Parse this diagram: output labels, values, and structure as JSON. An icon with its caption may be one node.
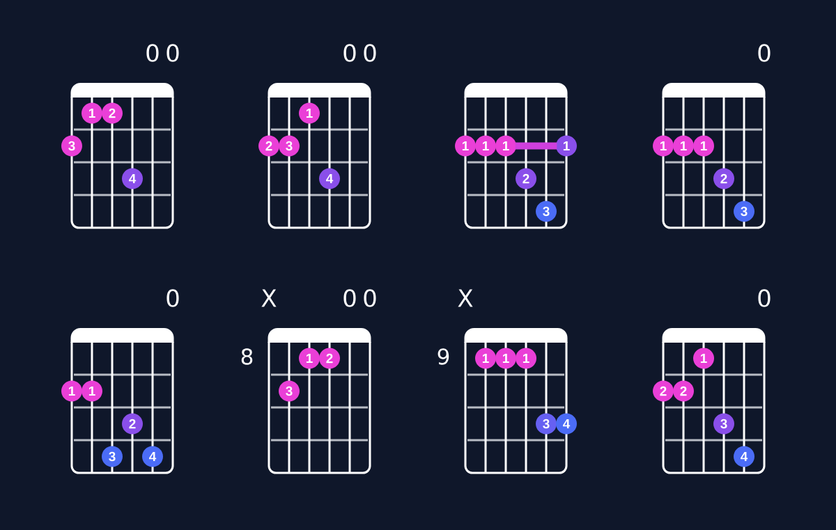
{
  "diagram": {
    "nodes": [
      {
        "text": [],
        "shape": "grid",
        "beside": [
          "0",
          "0"
        ]
      },
      {
        "text": [
          "1"
        ],
        "in": 0
      },
      {
        "text": [
          "2"
        ],
        "in": 0
      },
      {
        "text": [
          "3"
        ]
      },
      {
        "text": [
          "4"
        ],
        "in": 0
      },
      {
        "text": [],
        "shape": "grid",
        "beside": [
          "0",
          "0"
        ]
      },
      {
        "text": [
          "1"
        ],
        "in": 5
      },
      {
        "text": [
          "2"
        ]
      },
      {
        "text": [
          "3"
        ],
        "in": 5
      },
      {
        "text": [
          "4"
        ],
        "in": 5
      },
      {
        "text": [],
        "shape": "grid"
      },
      {
        "text": [
          "1"
        ]
      },
      {
        "text": [
          "1"
        ],
        "in": 10
      },
      {
        "text": [
          "1"
        ],
        "in": 10
      },
      {
        "text": [
          "1"
        ]
      },
      {
        "text": [
          "2"
        ],
        "in": 10
      },
      {
        "text": [
          "3"
        ],
        "in": 10
      },
      {
        "text": [],
        "shape": "grid",
        "beside": [
          "0"
        ]
      },
      {
        "text": [
          "1"
        ]
      },
      {
        "text": [
          "1"
        ],
        "in": 17
      },
      {
        "text": [
          "1"
        ],
        "in": 17
      },
      {
        "text": [
          "2"
        ],
        "in": 17
      },
      {
        "text": [
          "3"
        ],
        "in": 17
      },
      {
        "text": [],
        "shape": "grid",
        "beside": [
          "0"
        ]
      },
      {
        "text": [
          "1"
        ]
      },
      {
        "text": [
          "1"
        ],
        "in": 23
      },
      {
        "text": [
          "2"
        ],
        "in": 23
      },
      {
        "text": [
          "3"
        ],
        "in": 23
      },
      {
        "text": [
          "4"
        ],
        "in": 23
      },
      {
        "text": [],
        "shape": "grid",
        "beside": [
          "X",
          "0",
          "0",
          "8"
        ]
      },
      {
        "text": [
          "1"
        ],
        "in": 29
      },
      {
        "text": [
          "2"
        ],
        "in": 29
      },
      {
        "text": [
          "3"
        ],
        "in": 29
      },
      {
        "text": [],
        "shape": "grid",
        "beside": [
          "X",
          "9"
        ]
      },
      {
        "text": [
          "1"
        ],
        "in": 33
      },
      {
        "text": [
          "1"
        ],
        "in": 33
      },
      {
        "text": [
          "1"
        ],
        "in": 33
      },
      {
        "text": [
          "3"
        ],
        "in": 33
      },
      {
        "text": [
          "4"
        ]
      },
      {
        "text": [],
        "shape": "grid",
        "beside": [
          "0"
        ]
      },
      {
        "text": [
          "1"
        ],
        "in": 39
      },
      {
        "text": [
          "2"
        ]
      },
      {
        "text": [
          "2"
        ],
        "in": 39
      },
      {
        "text": [
          "3"
        ],
        "in": 39
      },
      {
        "text": [
          "4"
        ],
        "in": 39
      }
    ],
    "edges": [
      {
        "from": 13,
        "to": 14,
        "arrow": "none"
      }
    ]
  }
}
